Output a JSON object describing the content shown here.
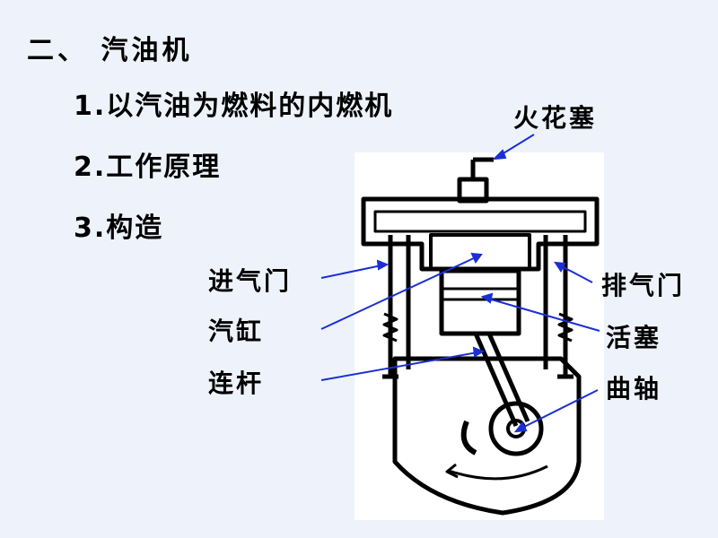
{
  "slide": {
    "heading": "二、 汽油机",
    "items": [
      "1.以汽油为燃料的内燃机",
      "2.工作原理",
      "3.构造"
    ]
  },
  "diagram": {
    "labels": {
      "spark_plug": "火花塞",
      "intake_valve": "进气门",
      "exhaust_valve": "排气门",
      "cylinder": "汽缸",
      "piston": "活塞",
      "connecting_rod": "连杆",
      "crankshaft": "曲轴"
    },
    "colors": {
      "arrow": "#1a2fd6",
      "ink": "#000000",
      "panel": "#ffffff"
    }
  }
}
